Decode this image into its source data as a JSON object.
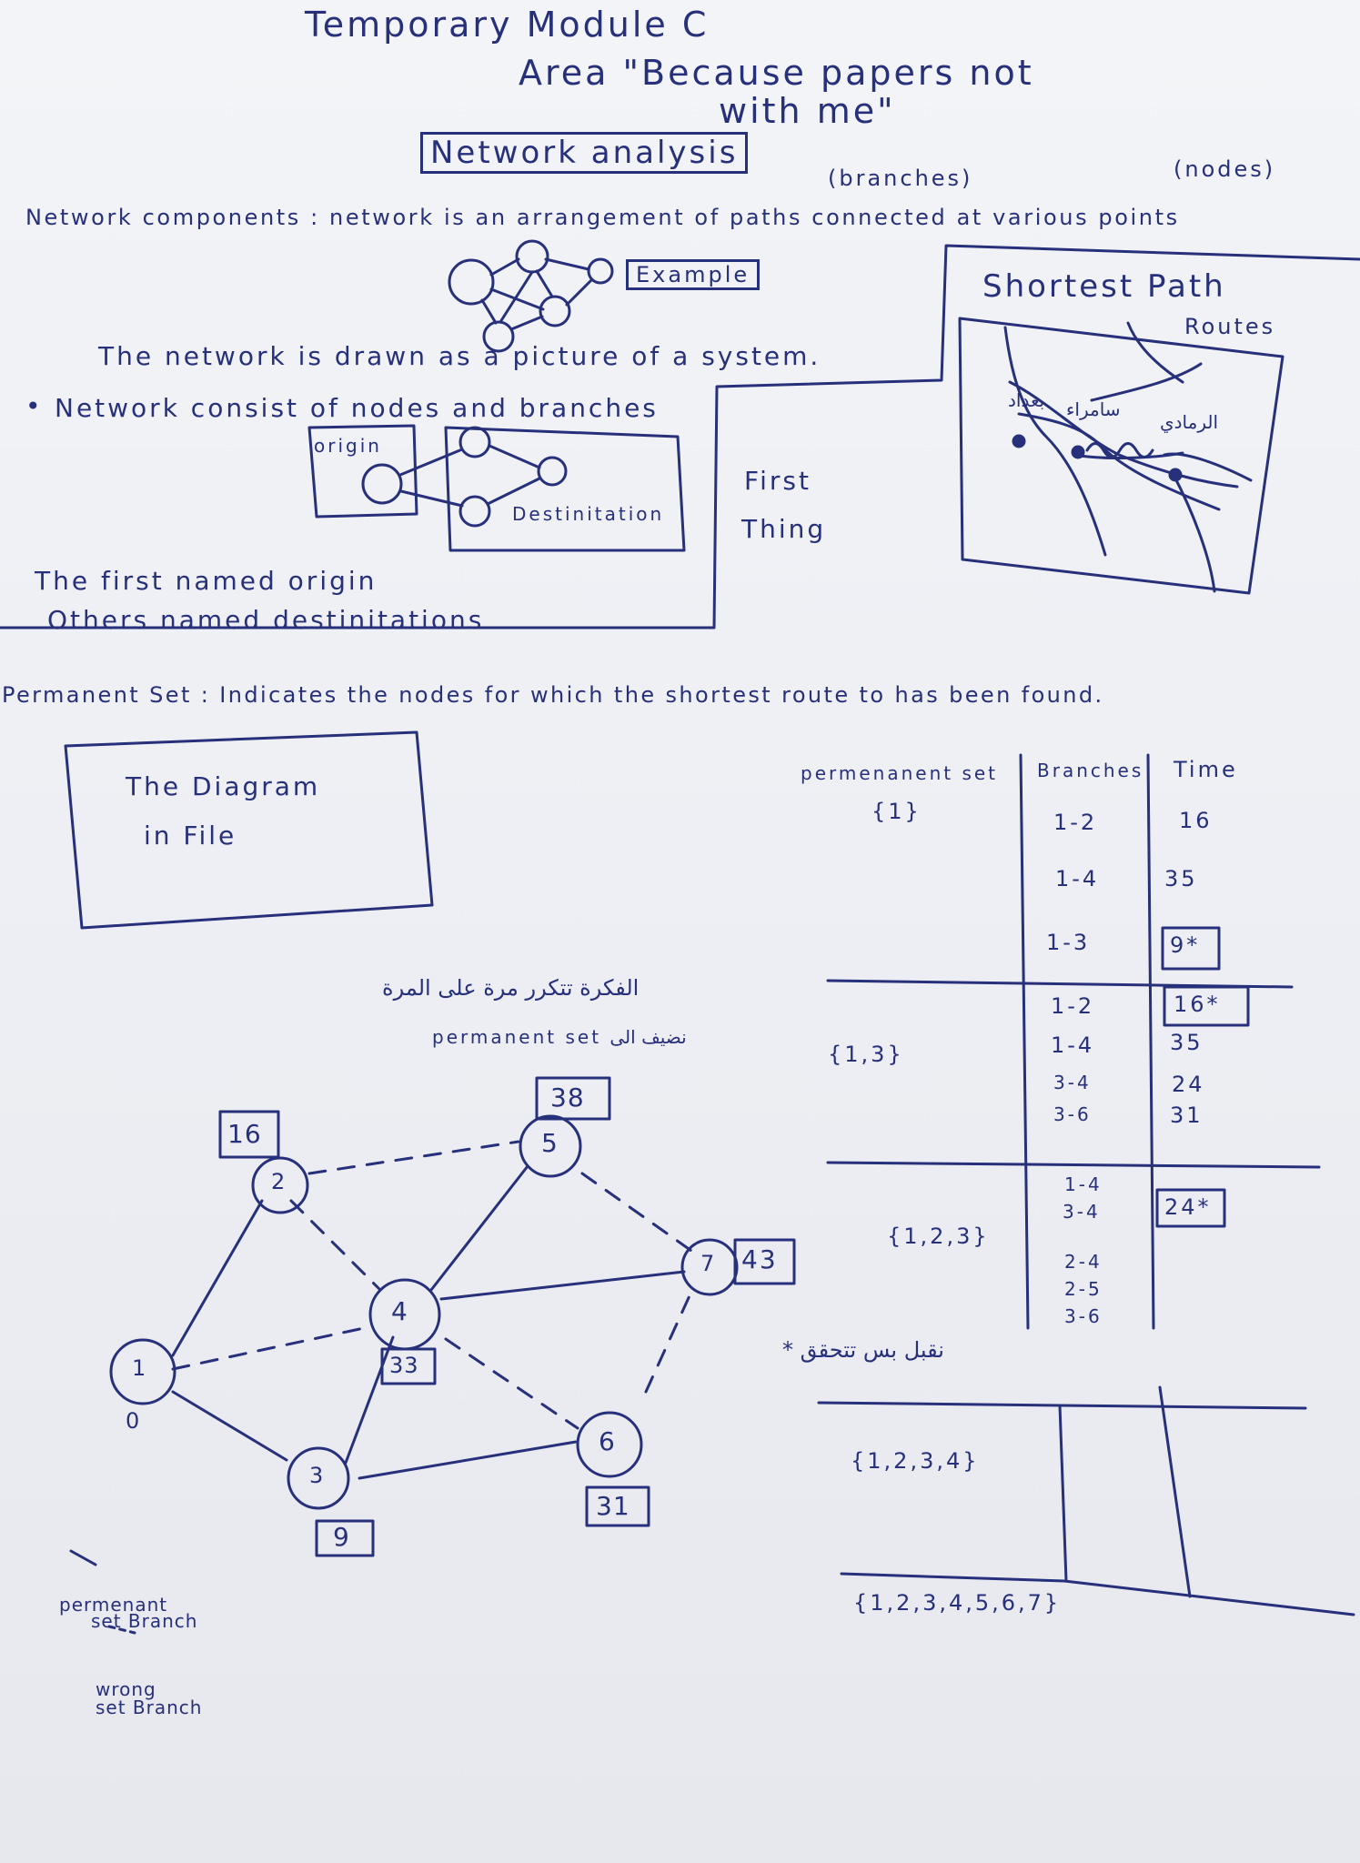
{
  "header": {
    "title": "Temporary Module C",
    "subtitle_line1": "Area \"Because papers not",
    "subtitle_line2": "with me\"",
    "topic": "Network analysis"
  },
  "intro": {
    "branches_label": "(branches)",
    "nodes_label": "(nodes)",
    "components": "Network components : network is an arrangement of paths connected at various points",
    "example_label": "Example",
    "drawn": "The network is drawn as a picture of a system.",
    "consist": "Network consist of nodes and branches",
    "origin_label": "origin",
    "destination_label": "Destinitation",
    "first_named": "The first named origin",
    "others_named": "Others named destinitations"
  },
  "side": {
    "first_thing_1": "First",
    "first_thing_2": "Thing",
    "shortest_path": "Shortest Path",
    "routes": "Routes",
    "map_labels": [
      "بغداد",
      "سامراء",
      "الرمادي"
    ]
  },
  "permanent": {
    "definition": "Permanent Set : Indicates the nodes for which the shortest route to has been found.",
    "diagram_note_1": "The Diagram",
    "diagram_note_2": "in File"
  },
  "table": {
    "headers": [
      "permenanent set",
      "Branches",
      "Time"
    ],
    "group1": {
      "set": "{1}",
      "branches": [
        "1-2",
        "1-4",
        "1-3"
      ],
      "times": [
        "16",
        "35",
        "9*"
      ]
    },
    "group2": {
      "set": "{1,3}",
      "branches": [
        "1-2",
        "1-4",
        "3-4",
        "3-6"
      ],
      "times": [
        "16*",
        "35",
        "24",
        "31"
      ]
    },
    "group3": {
      "set": "{1,2,3}",
      "branches": [
        "1-4",
        "3-4",
        "2-4",
        "2-5",
        "3-6"
      ],
      "times": [
        "24*"
      ]
    },
    "group4": {
      "set": "{1,2,3,4}"
    },
    "final_set": "{1,2,3,4,5,6,7}",
    "arabic_note_1": "الفكرة تتكرر مرة على المرة",
    "arabic_note_2": "permanent set نضيف الى",
    "arabic_note_3": "تضيف {1,3}",
    "arabic_note_4": "نقبل بس تتحقق *"
  },
  "graph": {
    "nodes": [
      {
        "id": "1",
        "label": "0"
      },
      {
        "id": "2",
        "label": "16"
      },
      {
        "id": "3",
        "label": "9"
      },
      {
        "id": "4",
        "label": "33"
      },
      {
        "id": "5",
        "label": "38"
      },
      {
        "id": "6",
        "label": "31"
      },
      {
        "id": "7",
        "label": "43"
      }
    ]
  },
  "legend": {
    "solid_label_1": "permenant",
    "solid_label_2": "set Branch",
    "dashed_label_1": "wrong",
    "dashed_label_2": "set Branch"
  }
}
